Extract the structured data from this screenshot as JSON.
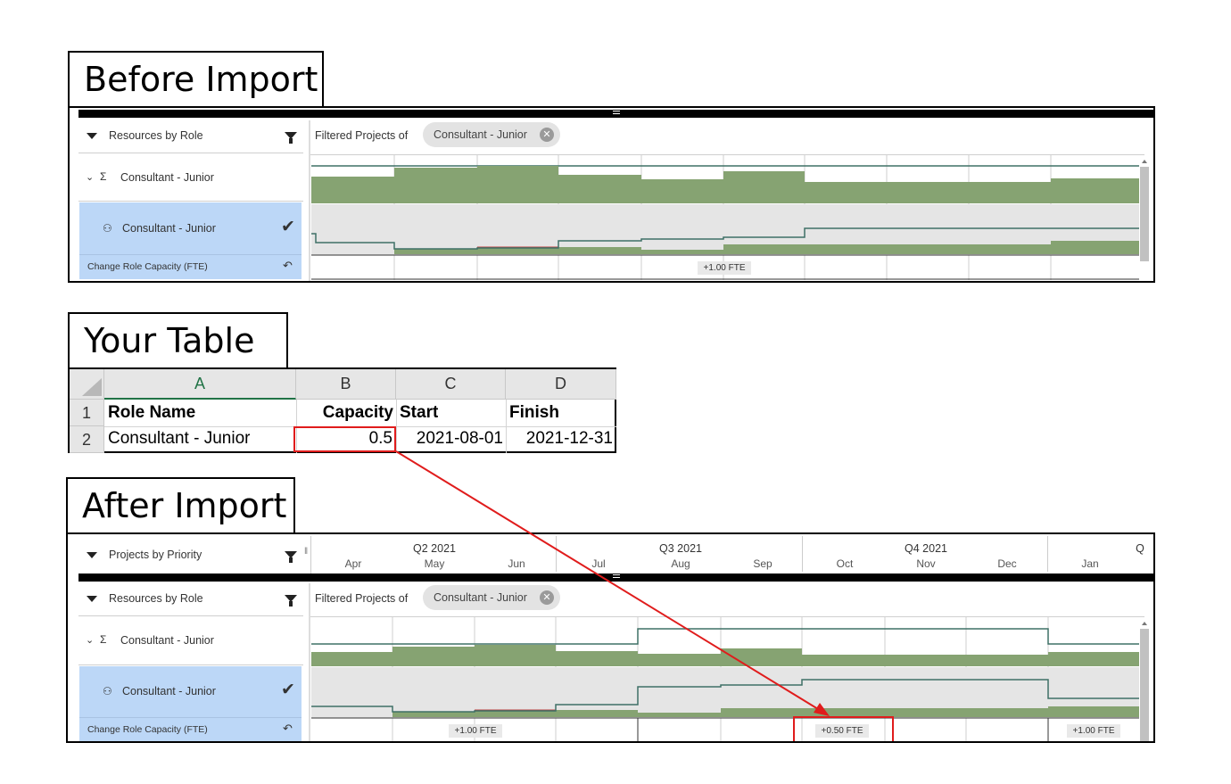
{
  "captions": {
    "before": "Before Import",
    "table": "Your Table",
    "after": "After Import"
  },
  "panel": {
    "resources_header": "Resources by Role",
    "projects_header": "Projects by Priority",
    "role_group": "Consultant - Junior",
    "role_row": "Consultant - Junior",
    "change_capacity": "Change Role Capacity (FTE)",
    "filtered_label": "Filtered Projects of",
    "filter_chip": "Consultant - Junior",
    "chip_close": "✕"
  },
  "timeline": {
    "quarters": [
      "Q2 2021",
      "Q3 2021",
      "Q4 2021"
    ],
    "months": [
      "Apr",
      "May",
      "Jun",
      "Jul",
      "Aug",
      "Sep",
      "Oct",
      "Nov",
      "Dec",
      "Jan"
    ],
    "cut_quarter": "Q"
  },
  "before_fte": [
    "+1.00 FTE"
  ],
  "after_fte": [
    "+1.00 FTE",
    "+0.50 FTE",
    "+1.00 FTE"
  ],
  "spreadsheet": {
    "columns": [
      "A",
      "B",
      "C",
      "D"
    ],
    "rows": [
      "1",
      "2"
    ],
    "header": [
      "Role Name",
      "Capacity",
      "Start",
      "Finish"
    ],
    "values": [
      "Consultant - Junior",
      "0.5",
      "2021-08-01",
      "2021-12-31"
    ]
  },
  "colors": {
    "green": "#86a372",
    "line": "#3e7066",
    "selection": "#bcd7f7",
    "highlight": "#e01c1c"
  }
}
